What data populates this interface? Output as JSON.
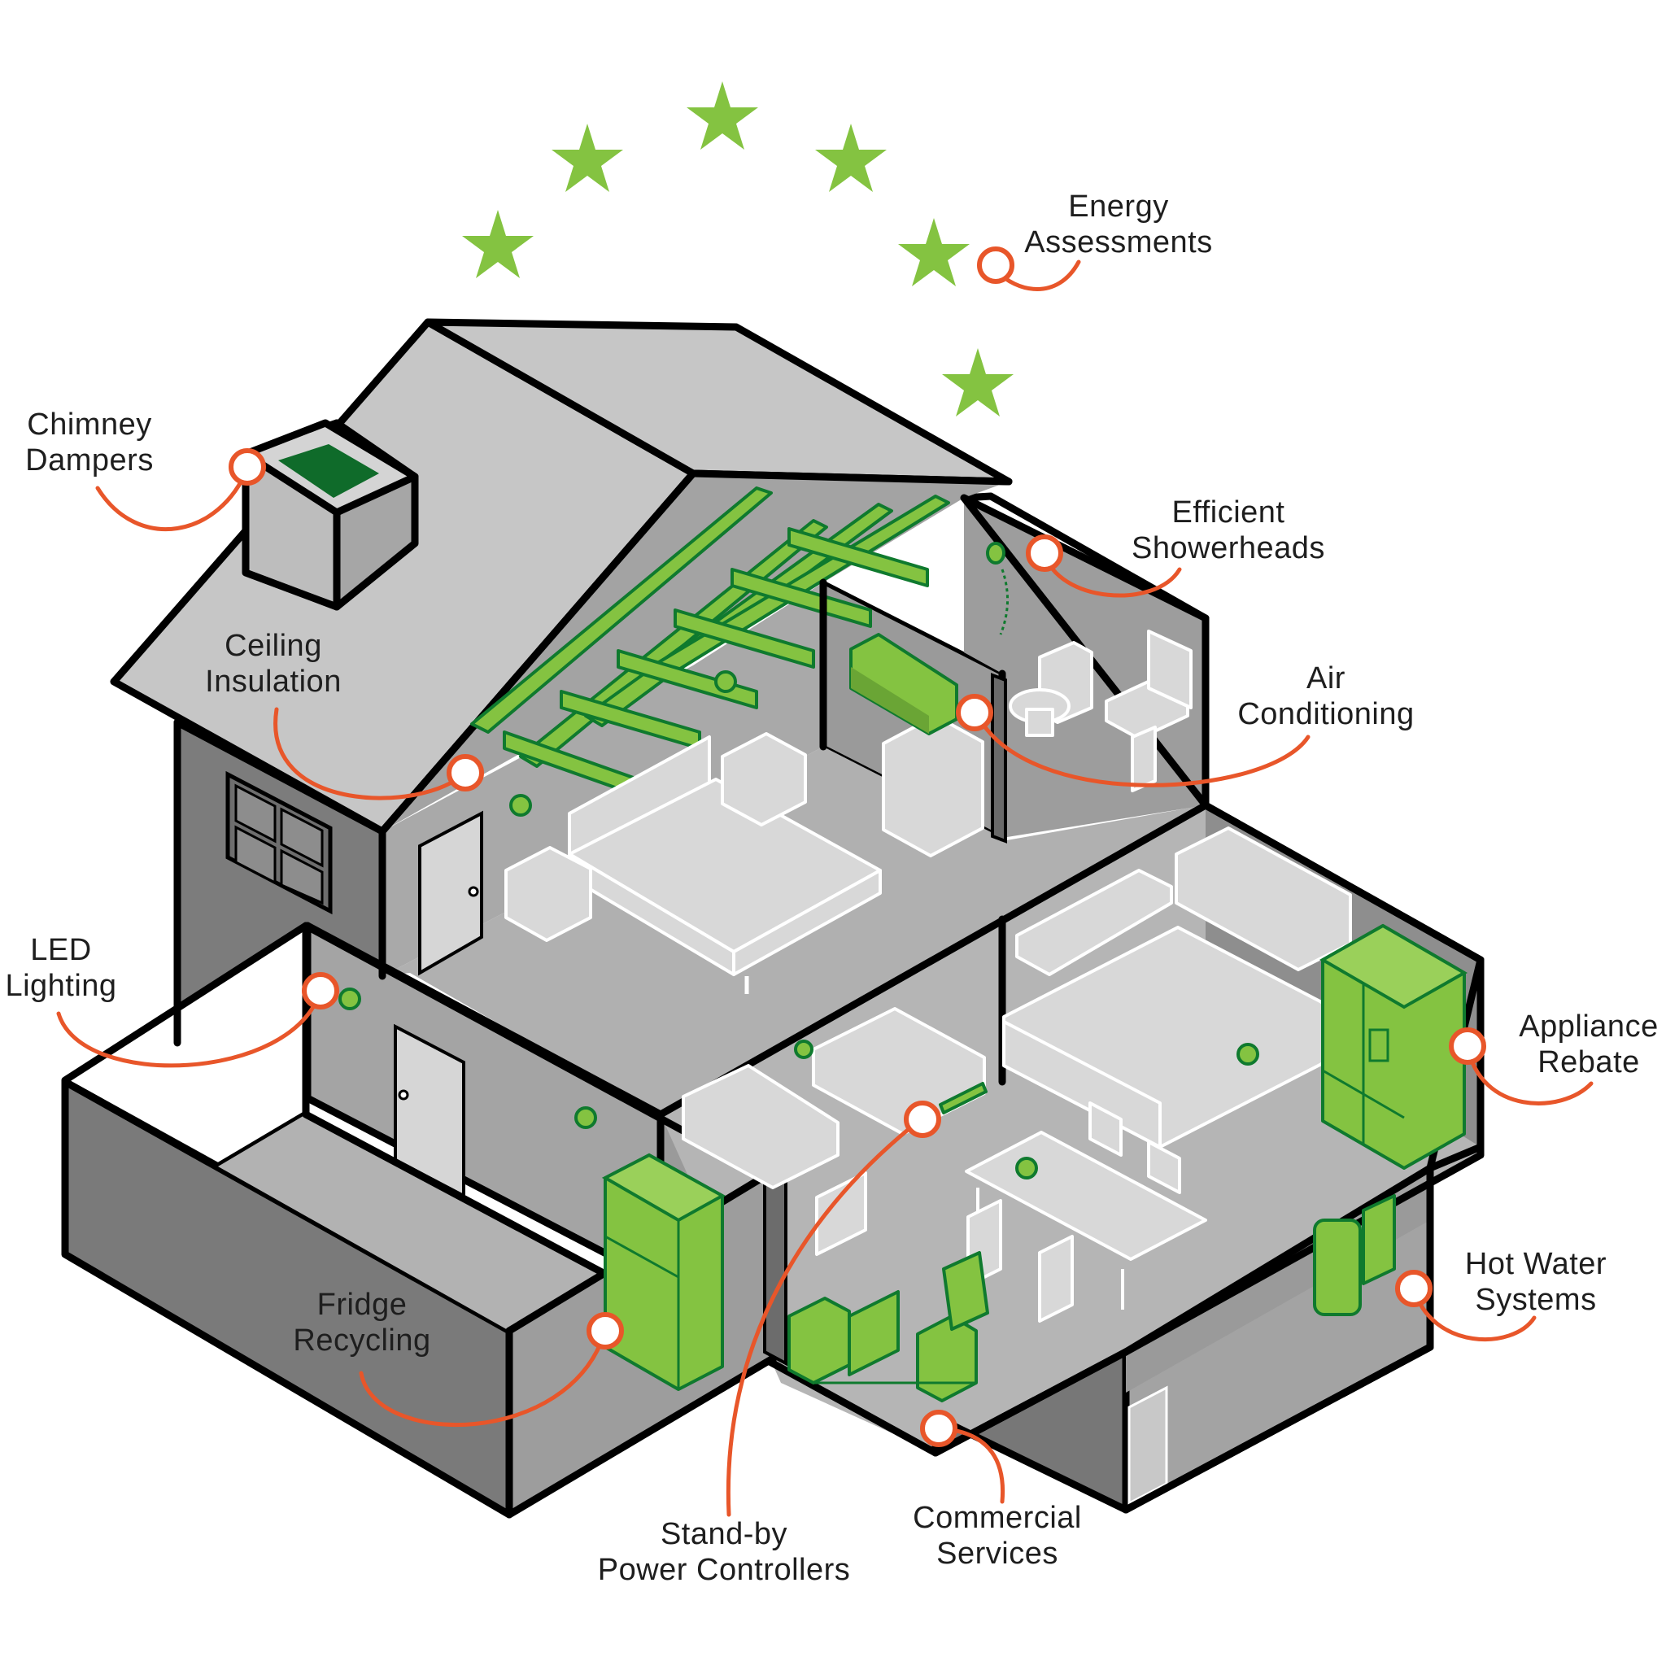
{
  "colors": {
    "outline": "#000000",
    "roof": "#c6c6c6",
    "wall_dark": "#7f7f7f",
    "wall_mid": "#a7a7a7",
    "floor": "#b3b3b3",
    "furniture": "#d6d6d6",
    "green": "#84c341",
    "green_dark": "#0f7a2e",
    "callout": "#e8562a"
  },
  "callouts": [
    {
      "id": "energy-assessments",
      "lines": [
        "Energy",
        "Assessments"
      ],
      "icon": "callout-dot"
    },
    {
      "id": "chimney-dampers",
      "lines": [
        "Chimney",
        "Dampers"
      ],
      "icon": "callout-dot"
    },
    {
      "id": "efficient-showerheads",
      "lines": [
        "Efficient",
        "Showerheads"
      ],
      "icon": "callout-dot"
    },
    {
      "id": "ceiling-insulation",
      "lines": [
        "Ceiling",
        "Insulation"
      ],
      "icon": "callout-dot"
    },
    {
      "id": "air-conditioning",
      "lines": [
        "Air",
        "Conditioning"
      ],
      "icon": "callout-dot"
    },
    {
      "id": "led-lighting",
      "lines": [
        "LED",
        "Lighting"
      ],
      "icon": "callout-dot"
    },
    {
      "id": "appliance-rebate",
      "lines": [
        "Appliance",
        "Rebate"
      ],
      "icon": "callout-dot"
    },
    {
      "id": "fridge-recycling",
      "lines": [
        "Fridge",
        "Recycling"
      ],
      "icon": "callout-dot"
    },
    {
      "id": "hot-water-systems",
      "lines": [
        "Hot Water",
        "Systems"
      ],
      "icon": "callout-dot"
    },
    {
      "id": "stand-by-power-controllers",
      "lines": [
        "Stand-by",
        "Power Controllers"
      ],
      "icon": "callout-dot"
    },
    {
      "id": "commercial-services",
      "lines": [
        "Commercial",
        "Services"
      ],
      "icon": "callout-dot"
    }
  ],
  "stars": {
    "count": 6,
    "icon": "star-icon"
  }
}
